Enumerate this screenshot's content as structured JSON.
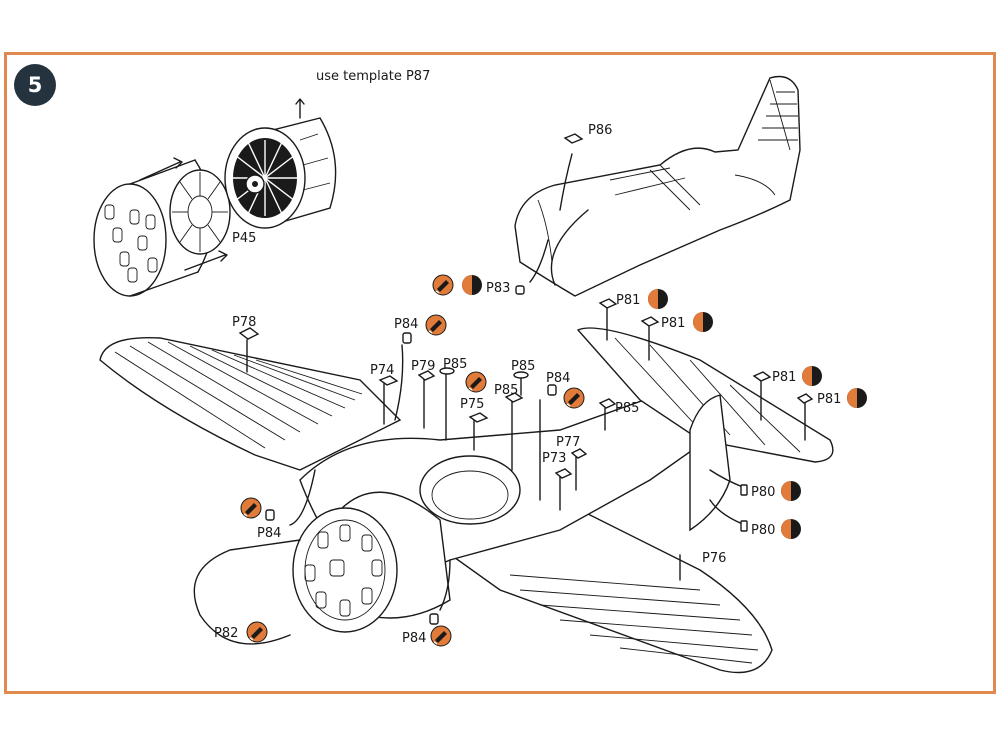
{
  "step": {
    "number": "5",
    "badge_color": "#25333f"
  },
  "frame_color": "#e08a4f",
  "icons": {
    "glue": {
      "name": "glue-icon",
      "color": "#e07b39"
    },
    "paint": {
      "name": "paint-half-icon",
      "color": "#e07b39"
    }
  },
  "template_note": "use template P87",
  "parts": [
    {
      "id": "p45",
      "text": "P45"
    },
    {
      "id": "p73",
      "text": "P73"
    },
    {
      "id": "p74",
      "text": "P74"
    },
    {
      "id": "p75",
      "text": "P75"
    },
    {
      "id": "p76",
      "text": "P76"
    },
    {
      "id": "p77",
      "text": "P77"
    },
    {
      "id": "p78",
      "text": "P78"
    },
    {
      "id": "p79",
      "text": "P79"
    },
    {
      "id": "p80a",
      "text": "P80"
    },
    {
      "id": "p80b",
      "text": "P80"
    },
    {
      "id": "p81a",
      "text": "P81"
    },
    {
      "id": "p81b",
      "text": "P81"
    },
    {
      "id": "p81c",
      "text": "P81"
    },
    {
      "id": "p81d",
      "text": "P81"
    },
    {
      "id": "p82",
      "text": "P82"
    },
    {
      "id": "p83",
      "text": "P83"
    },
    {
      "id": "p84a",
      "text": "P84"
    },
    {
      "id": "p84b",
      "text": "P84"
    },
    {
      "id": "p84c",
      "text": "P84"
    },
    {
      "id": "p84d",
      "text": "P84"
    },
    {
      "id": "p85a",
      "text": "P85"
    },
    {
      "id": "p85b",
      "text": "P85"
    },
    {
      "id": "p85c",
      "text": "P85"
    },
    {
      "id": "p85d",
      "text": "P85"
    },
    {
      "id": "p86",
      "text": "P86"
    }
  ]
}
